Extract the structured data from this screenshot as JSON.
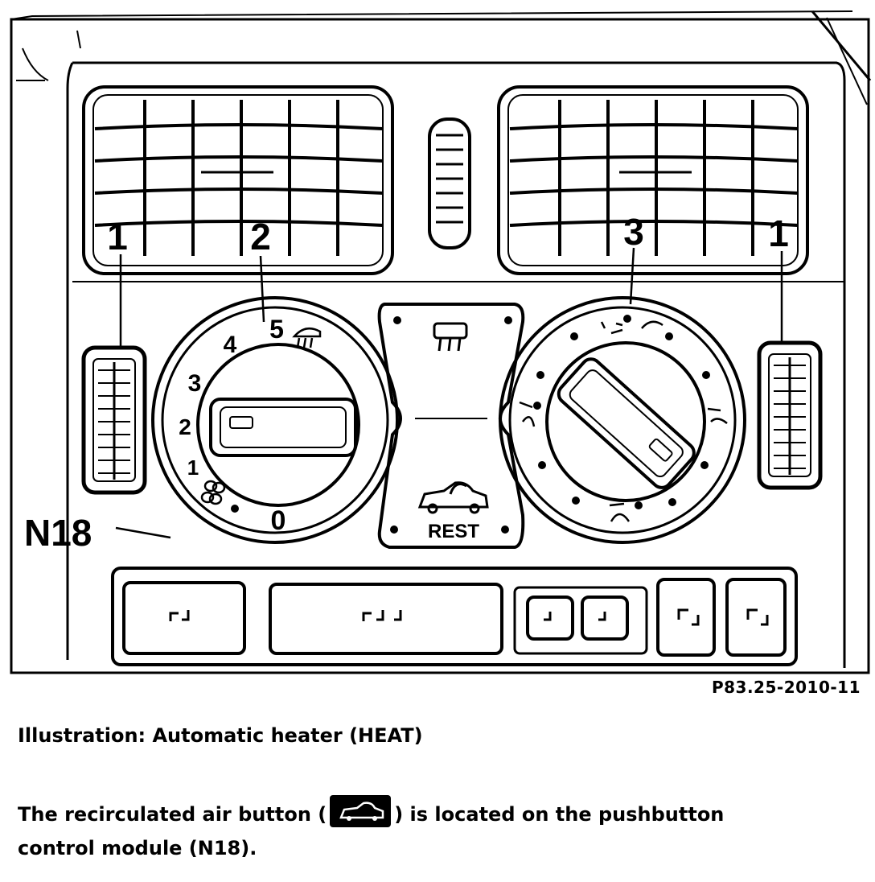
{
  "callouts": {
    "left_vent_thumbwheel": "1",
    "fan_knob": "2",
    "mode_knob": "3",
    "right_vent_thumbwheel": "1",
    "module": "N18"
  },
  "fan_scale": [
    "0",
    "1",
    "2",
    "3",
    "4",
    "5"
  ],
  "center_panel": {
    "rest_label": "REST"
  },
  "figure_id": "P83.25-2010-11",
  "caption": "Illustration: Automatic heater (HEAT)",
  "body": {
    "before_icon": "The recirculated air button (",
    "after_icon": ") is located on the pushbutton",
    "line2": "control module (N18)."
  },
  "icons": {
    "fan": "fan-icon",
    "defrost": "rear-defroster-icon",
    "recirculation": "car-recirculation-icon",
    "button_symbol": "bracket-symbol-icon"
  },
  "colors": {
    "ink": "#000000",
    "paper": "#ffffff"
  }
}
